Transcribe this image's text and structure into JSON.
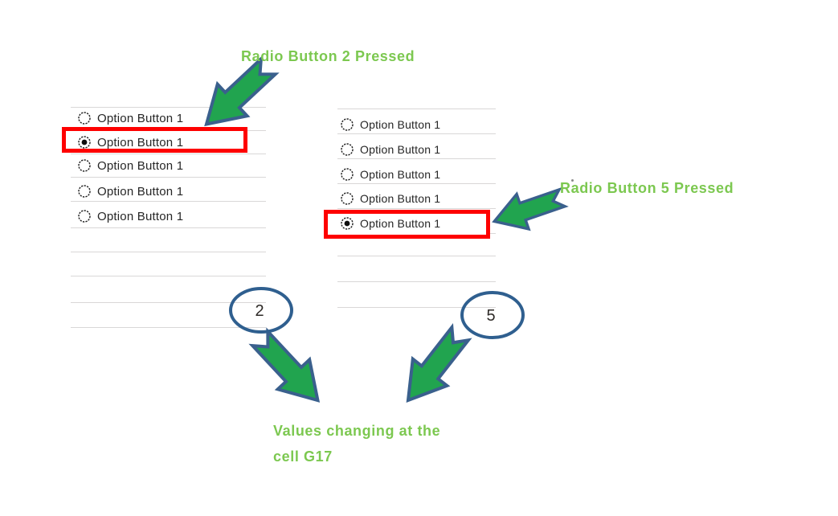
{
  "annotations": {
    "top_label": "Radio Button 2 Pressed",
    "right_label": "Radio Button 5 Pressed",
    "bottom_label_line1": "Values changing at the",
    "bottom_label_line2": "cell G17"
  },
  "callouts": {
    "left_value": "2",
    "right_value": "5"
  },
  "left_group": {
    "selected_index": 1,
    "options": [
      {
        "label": "Option Button 1",
        "selected": false
      },
      {
        "label": "Option Button 1",
        "selected": true
      },
      {
        "label": "Option Button 1",
        "selected": false
      },
      {
        "label": "Option Button 1",
        "selected": false
      },
      {
        "label": "Option Button 1",
        "selected": false
      }
    ]
  },
  "right_group": {
    "selected_index": 4,
    "options": [
      {
        "label": "Option Button 1",
        "selected": false
      },
      {
        "label": "Option Button 1",
        "selected": false
      },
      {
        "label": "Option Button 1",
        "selected": false
      },
      {
        "label": "Option Button 1",
        "selected": false
      },
      {
        "label": "Option Button 1",
        "selected": true
      }
    ]
  },
  "colors": {
    "annotation_green": "#7CC850",
    "arrow_fill": "#21A44F",
    "arrow_stroke": "#3A608D",
    "highlight_red": "#FE0000",
    "ellipse_stroke": "#2F5F8F",
    "gridline": "#D9D7D7",
    "option_label": "#262626",
    "number_text": "#2E2A27"
  },
  "icons": {
    "radio_unselected": "dashed circle",
    "radio_selected": "dashed circle with black dot",
    "green_arrow": "block arrow with notched tail",
    "value_callout": "blue ellipse outline"
  }
}
